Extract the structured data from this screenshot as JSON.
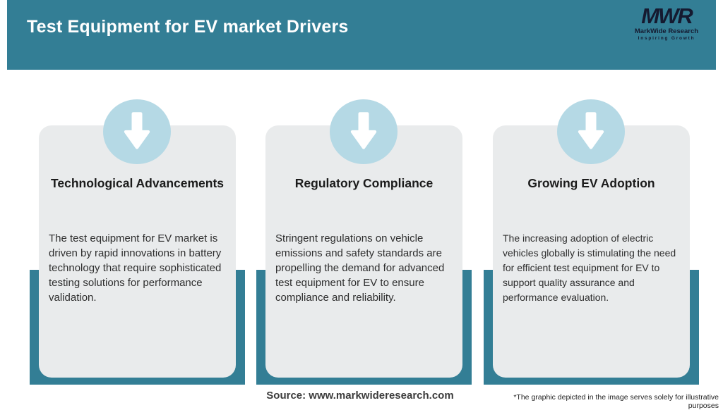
{
  "header": {
    "title": "Test Equipment for EV market Drivers",
    "logo": {
      "mark": "MWR",
      "name": "MarkWide Research",
      "tagline": "Inspiring Growth"
    }
  },
  "cards": [
    {
      "icon": "arrow-down-icon",
      "heading": "Technological Advancements",
      "body": "The test equipment for EV market is driven by rapid innovations in battery technology that require sophisticated testing solutions for performance validation."
    },
    {
      "icon": "arrow-down-icon",
      "heading": "Regulatory Compliance",
      "body": "Stringent regulations on vehicle emissions and safety standards are propelling the demand for advanced test equipment for EV to ensure compliance and reliability."
    },
    {
      "icon": "arrow-down-icon",
      "heading": "Growing EV Adoption",
      "body": "The increasing adoption of electric vehicles globally is stimulating the need for efficient test equipment for EV to support quality assurance and performance evaluation."
    }
  ],
  "footer": {
    "source": "Source: www.markwideresearch.com",
    "disclaimer": "*The graphic depicted in the image serves solely for illustrative purposes"
  },
  "colors": {
    "teal": "#337E95",
    "circle_blue": "#B5D9E5",
    "card_gray": "#E9EBEC",
    "logo_navy": "#151A30",
    "title_white": "#FFFFFF"
  }
}
